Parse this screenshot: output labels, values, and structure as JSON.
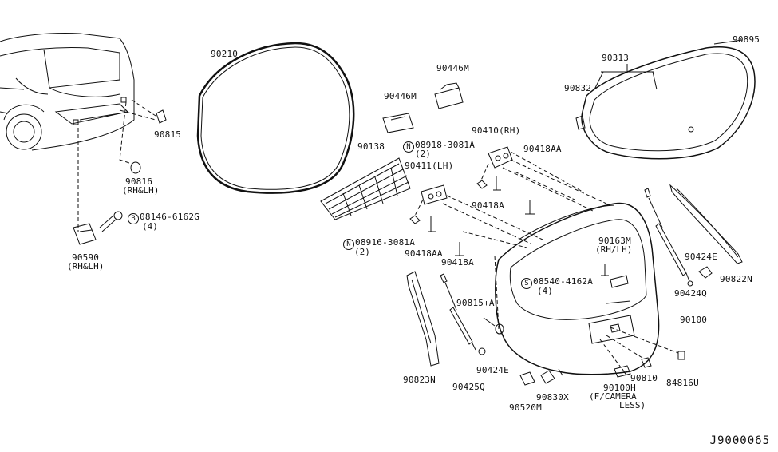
{
  "diagram_code": "J9000065",
  "parts": [
    {
      "id": "p90210",
      "number": "90210"
    },
    {
      "id": "p90446m_a",
      "number": "90446M"
    },
    {
      "id": "p90446m_b",
      "number": "90446M"
    },
    {
      "id": "p90313",
      "number": "90313"
    },
    {
      "id": "p90895",
      "number": "90895"
    },
    {
      "id": "p90832",
      "number": "90832"
    },
    {
      "id": "p90815",
      "number": "90815"
    },
    {
      "id": "p90816",
      "number": "90816",
      "note": "(RH&LH)"
    },
    {
      "id": "p08146",
      "prefix": "B",
      "number": "08146-6162G",
      "note": "(4)"
    },
    {
      "id": "p90590",
      "number": "90590",
      "note": "(RH&LH)"
    },
    {
      "id": "p90138",
      "number": "90138"
    },
    {
      "id": "p08918",
      "prefix": "N",
      "number": "08918-3081A",
      "note": "(2)"
    },
    {
      "id": "p90410",
      "number": "90410(RH)"
    },
    {
      "id": "p90418aa_a",
      "number": "90418AA"
    },
    {
      "id": "p90411",
      "number": "90411(LH)"
    },
    {
      "id": "p90418a_a",
      "number": "90418A"
    },
    {
      "id": "p08916",
      "prefix": "N",
      "number": "08916-3081A",
      "note": "(2)"
    },
    {
      "id": "p90418aa_b",
      "number": "90418AA"
    },
    {
      "id": "p90418a_b",
      "number": "90418A"
    },
    {
      "id": "p90163m",
      "number": "90163M",
      "note": "(RH/LH)"
    },
    {
      "id": "p08540",
      "prefix": "S",
      "number": "08540-4162A",
      "note": "(4)"
    },
    {
      "id": "p90424e_a",
      "number": "90424E"
    },
    {
      "id": "p90822n",
      "number": "90822N"
    },
    {
      "id": "p90424q",
      "number": "90424Q"
    },
    {
      "id": "p90815a",
      "number": "90815+A"
    },
    {
      "id": "p90100",
      "number": "90100"
    },
    {
      "id": "p90823n",
      "number": "90823N"
    },
    {
      "id": "p90424e_b",
      "number": "90424E"
    },
    {
      "id": "p90425q",
      "number": "90425Q"
    },
    {
      "id": "p90830x",
      "number": "90830X"
    },
    {
      "id": "p90520m",
      "number": "90520M"
    },
    {
      "id": "p90100h",
      "number": "90100H",
      "note": "(F/CAMERA",
      "note2": "LESS)"
    },
    {
      "id": "p90810",
      "number": "90810"
    },
    {
      "id": "p84816u",
      "number": "84816U"
    }
  ]
}
